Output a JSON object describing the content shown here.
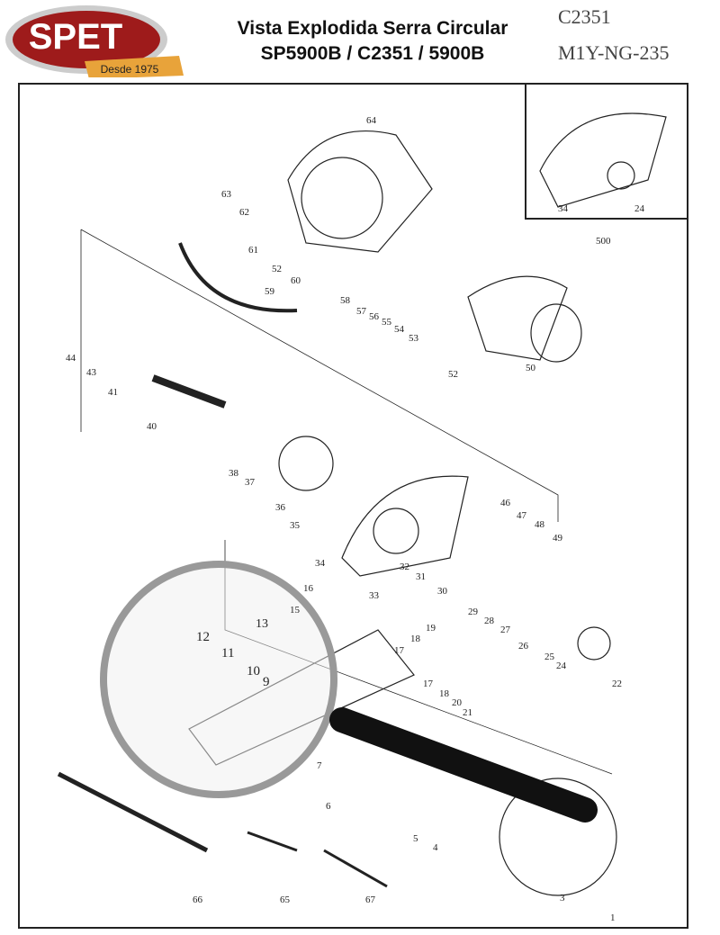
{
  "logo": {
    "brand": "SPET",
    "tagline": "Desde 1975"
  },
  "header": {
    "title_line1": "Vista Explodida Serra Circular",
    "title_line2": "SP5900B / C2351 / 5900B",
    "code1": "C2351",
    "code2": "M1Y-NG-235"
  },
  "inset": {
    "parts": [
      "34",
      "24"
    ],
    "assembly": "500"
  },
  "parts": [
    "64",
    "63",
    "62",
    "61",
    "52",
    "60",
    "59",
    "58",
    "57",
    "56",
    "55",
    "54",
    "53",
    "44",
    "43",
    "41",
    "40",
    "38",
    "37",
    "36",
    "35",
    "34",
    "33",
    "32",
    "31",
    "30",
    "29",
    "28",
    "27",
    "26",
    "25",
    "24",
    "22",
    "46",
    "47",
    "48",
    "49",
    "50",
    "52",
    "16",
    "15",
    "13",
    "12",
    "11",
    "10",
    "9",
    "19",
    "18",
    "17",
    "17",
    "18",
    "20",
    "21",
    "7",
    "6",
    "5",
    "4",
    "3",
    "1",
    "66",
    "65",
    "67"
  ]
}
